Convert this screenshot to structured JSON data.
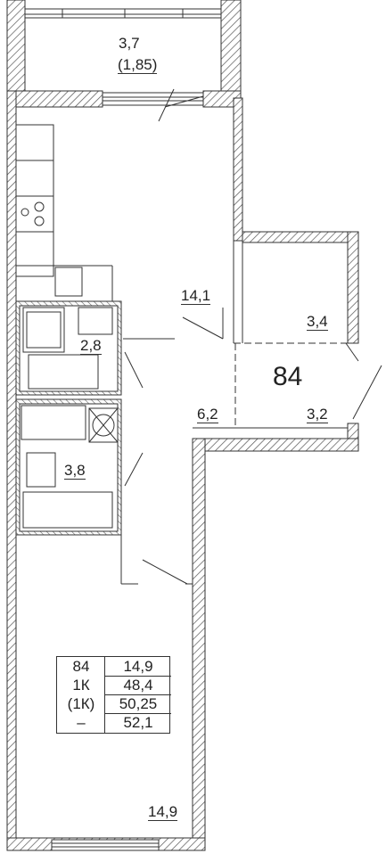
{
  "rooms": {
    "balcony_area": "3,7",
    "balcony_reduced": "(1,85)",
    "kitchen": "14,1",
    "bathroom": "2,8",
    "toilet_bath": "3,8",
    "hall": "6,2",
    "wardrobe_top": "3,4",
    "wardrobe_bottom": "3,2",
    "living_room": "14,9"
  },
  "apartment_number": "84",
  "summary": {
    "left": [
      "84",
      "1К",
      "(1К)",
      "–"
    ],
    "right": [
      "14,9",
      "48,4",
      "50,25",
      "52,1"
    ]
  }
}
